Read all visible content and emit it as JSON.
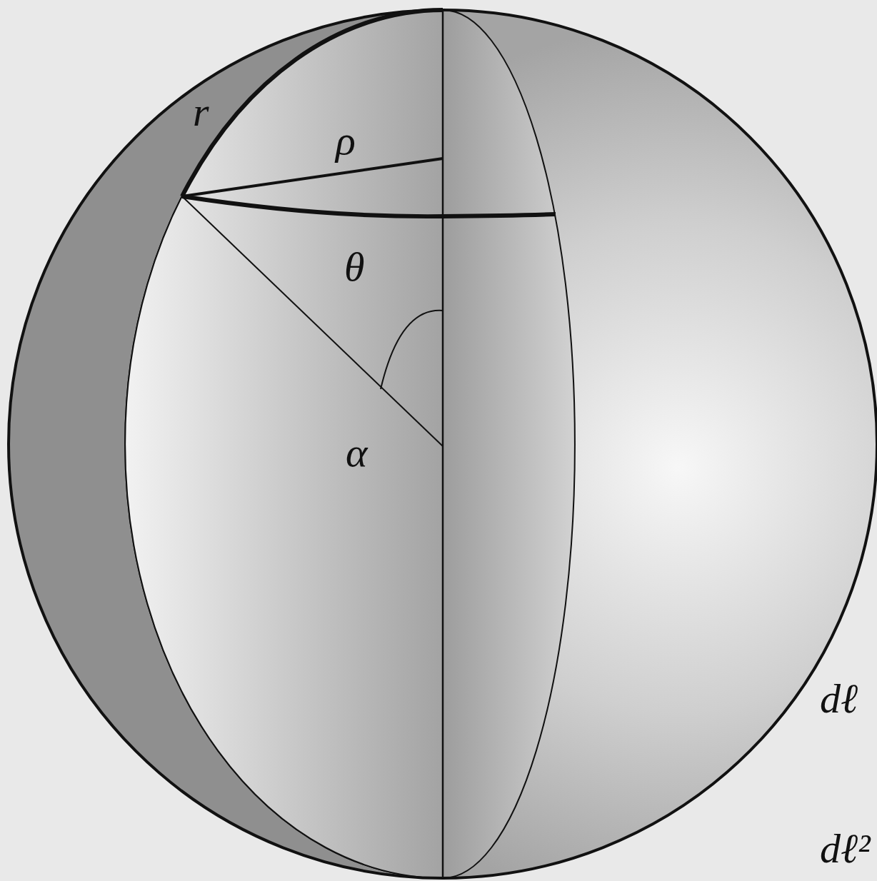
{
  "diagram": {
    "labels": [
      "r",
      "ρ",
      "θ",
      "α",
      "dℓ",
      "dℓ²"
    ]
  }
}
